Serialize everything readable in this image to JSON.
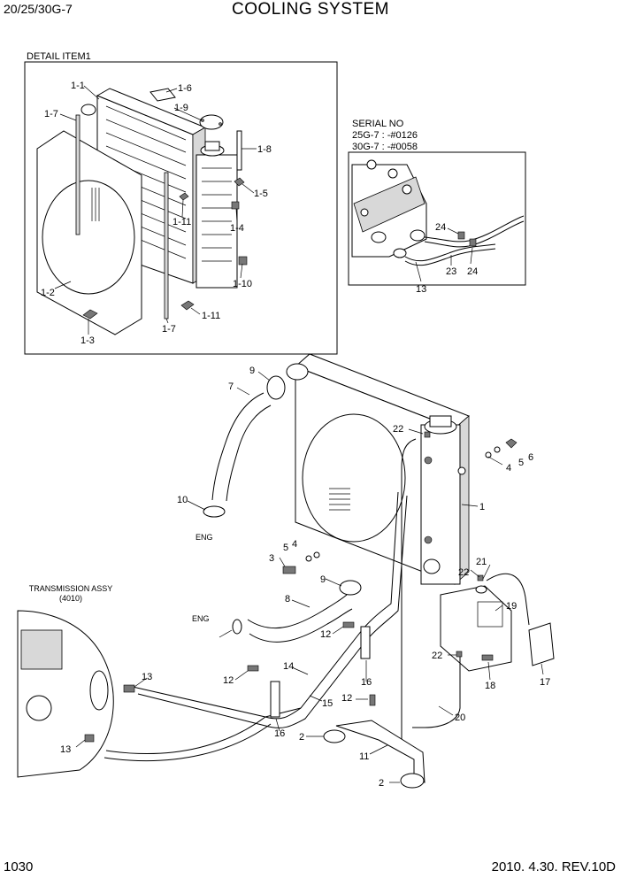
{
  "header": {
    "model": "20/25/30G-7",
    "title": "COOLING SYSTEM"
  },
  "footer": {
    "page": "1030",
    "revision": "2010. 4.30.  REV.10D"
  },
  "detail": {
    "label": "DETAIL ITEM1"
  },
  "serial": {
    "line1": "SERIAL NO",
    "line2": "25G-7 : -#0126",
    "line3": "30G-7 : -#0058"
  },
  "transmission": {
    "line1": "TRANSMISSION ASSY",
    "line2": "(4010)"
  },
  "eng_labels": [
    "ENG",
    "ENG"
  ],
  "detail_callouts": [
    "1-1",
    "1-6",
    "1-7",
    "1-9",
    "1-8",
    "1-5",
    "1-11",
    "1-4",
    "1-10",
    "1-2",
    "1-3",
    "1-7",
    "1-11"
  ],
  "serial_callouts": [
    "24",
    "23",
    "24",
    "13"
  ],
  "main_callouts": [
    "9",
    "7",
    "22",
    "1",
    "4",
    "5",
    "6",
    "10",
    "5",
    "4",
    "3",
    "9",
    "21",
    "8",
    "22",
    "19",
    "12",
    "22",
    "14",
    "12",
    "16",
    "13",
    "15",
    "18",
    "17",
    "12",
    "20",
    "16",
    "13",
    "2",
    "11",
    "2"
  ]
}
